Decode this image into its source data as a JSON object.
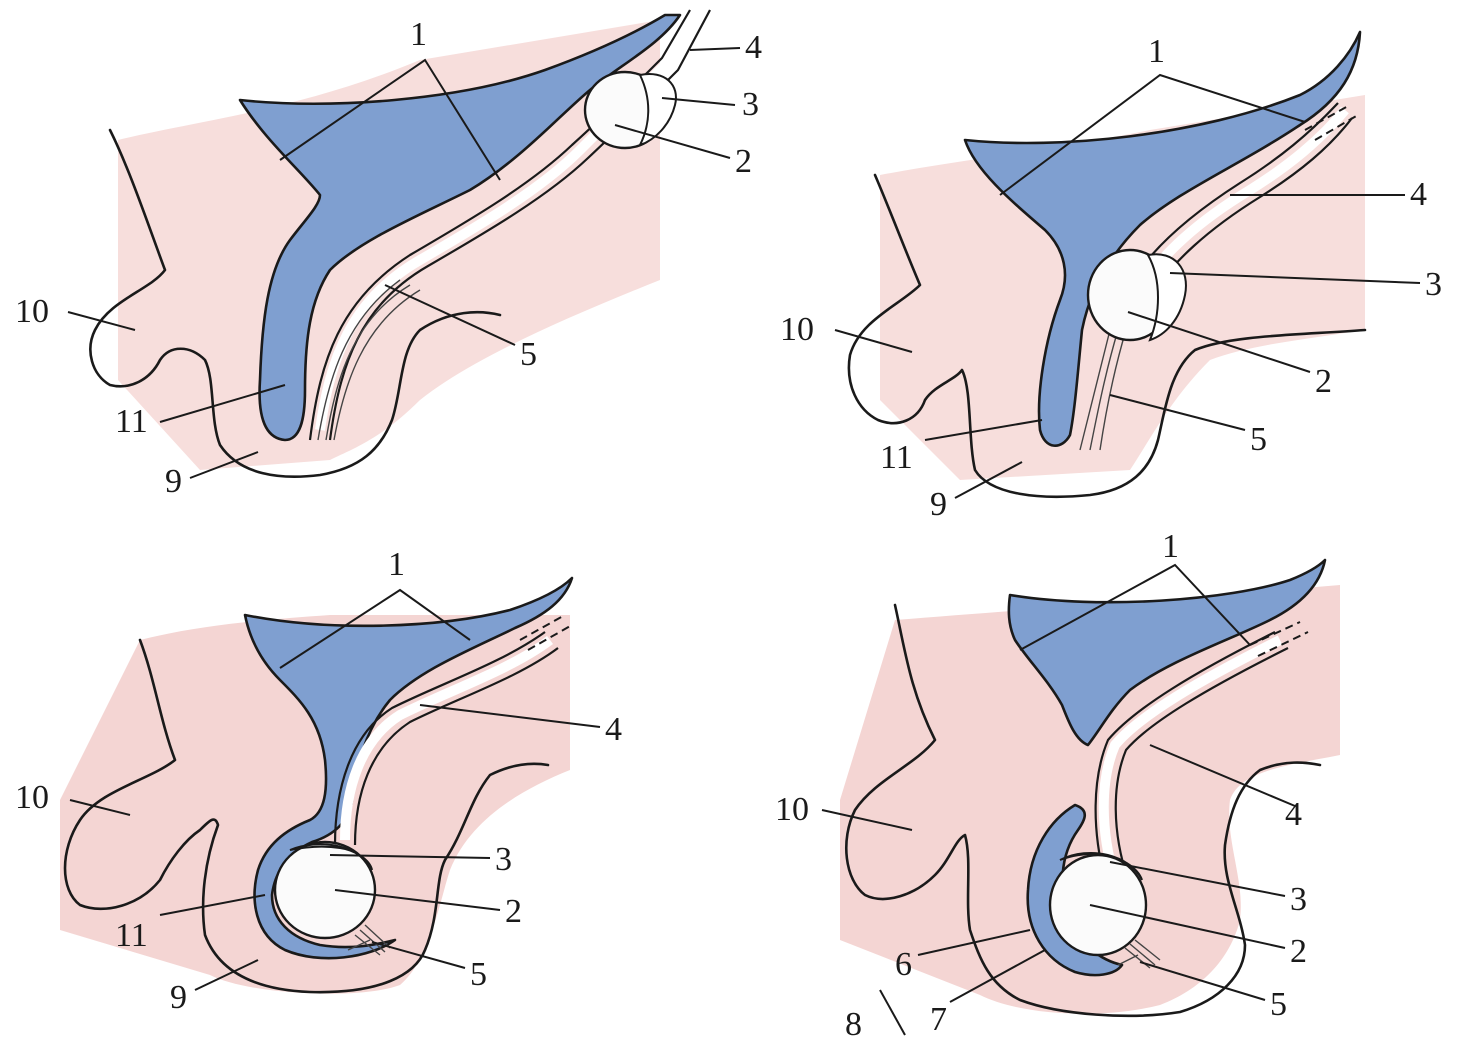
{
  "panels": [
    {
      "id": "top-left",
      "labels": [
        "1",
        "4",
        "3",
        "2",
        "5",
        "10",
        "11",
        "9"
      ]
    },
    {
      "id": "top-right",
      "labels": [
        "1",
        "4",
        "3",
        "2",
        "5",
        "10",
        "11",
        "9"
      ]
    },
    {
      "id": "bottom-left",
      "labels": [
        "1",
        "4",
        "10",
        "3",
        "2",
        "11",
        "5",
        "9"
      ]
    },
    {
      "id": "bottom-right",
      "labels": [
        "1",
        "10",
        "4",
        "3",
        "2",
        "6",
        "5",
        "7",
        "8"
      ]
    }
  ],
  "colors": {
    "peritoneum": "#7f9fd0",
    "skin": "#f4d5d3",
    "testis": "#fbfbfb",
    "outline": "#1a1a1a"
  }
}
